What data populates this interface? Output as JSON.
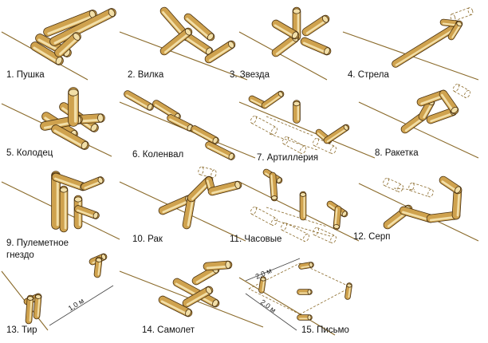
{
  "colors": {
    "baseline": "#8a6a2a",
    "log_fill": "#cfa24e",
    "log_light": "#f2dfa8",
    "log_dark": "#7a5418",
    "log_stroke": "#4a3210",
    "dashed": "#8a6a2a",
    "caption": "#111111"
  },
  "captions": {
    "c1": "1. Пушка",
    "c2": "2. Вилка",
    "c3": "3. Звезда",
    "c4": "4. Стрела",
    "c5": "5. Колодец",
    "c6": "6. Коленвал",
    "c7": "7. Артиллерия",
    "c8": "8. Ракетка",
    "c9a": "9. Пулеметное",
    "c9b": "гнездо",
    "c10": "10. Рак",
    "c11": "11. Часовые",
    "c12": "12. Серп",
    "c13": "13. Тир",
    "c14": "14. Самолет",
    "c15": "15. Письмо"
  },
  "dimensions": {
    "tir_distance": "1,0 м",
    "pismo_side_a": "2,0 м",
    "pismo_side_b": "2,0 м"
  }
}
